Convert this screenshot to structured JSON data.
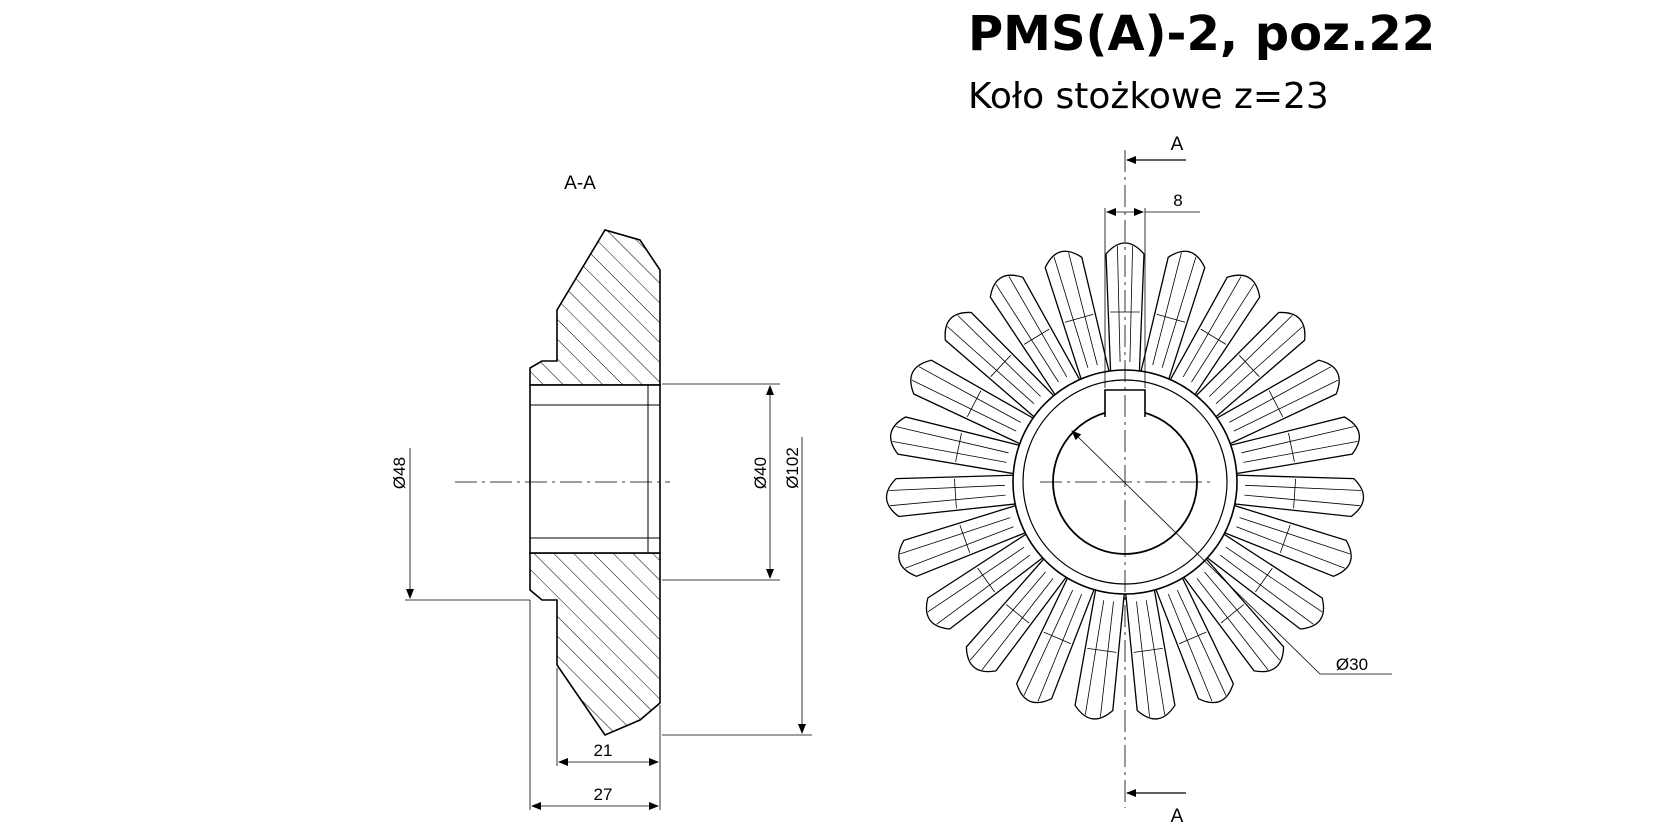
{
  "title": "PMS(A)-2, poz.22",
  "subtitle": "Koło stożkowe z=23",
  "section_view": {
    "label": "A-A",
    "dimensions": {
      "bore_dia": "Ø40",
      "outer_dia": "Ø102",
      "hub_dia": "Ø48",
      "tooth_width": "21",
      "total_length": "27"
    }
  },
  "front_view": {
    "teeth": 23,
    "cut_label_top": "A",
    "cut_label_bottom": "A",
    "keyway_width": "8",
    "bore_dia": "Ø30"
  }
}
